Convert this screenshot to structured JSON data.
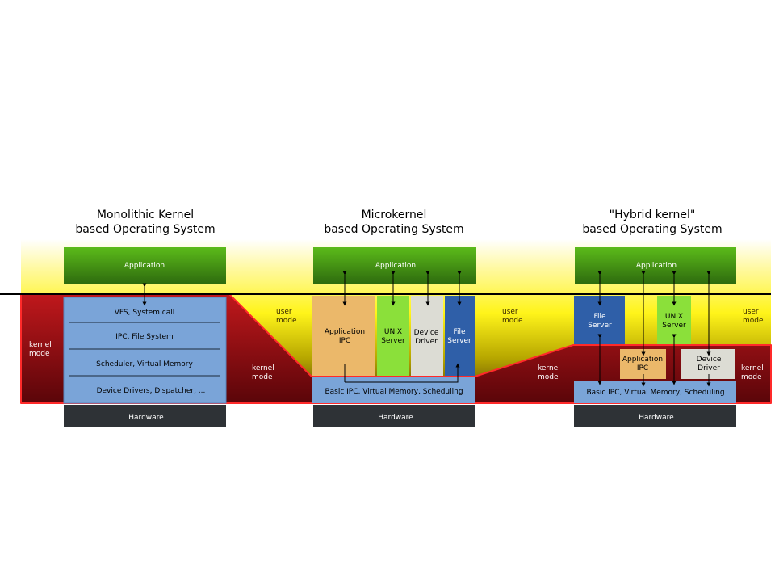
{
  "titles": {
    "mono": [
      "Monolithic Kernel",
      "based Operating System"
    ],
    "micro": [
      "Microkernel",
      "based Operating System"
    ],
    "hybrid": [
      "\"Hybrid kernel\"",
      "based Operating System"
    ]
  },
  "labels": {
    "application": "Application",
    "hardware": "Hardware",
    "user_mode": [
      "user",
      "mode"
    ],
    "kernel_mode": [
      "kernel",
      "mode"
    ]
  },
  "mono": {
    "layers": [
      "VFS, System call",
      "IPC, File System",
      "Scheduler, Virtual Memory",
      "Device Drivers, Dispatcher, ..."
    ]
  },
  "micro": {
    "servers": {
      "app_ipc": [
        "Application",
        "IPC"
      ],
      "unix": [
        "UNIX",
        "Server"
      ],
      "device": [
        "Device",
        "Driver"
      ],
      "file": [
        "File",
        "Server"
      ]
    },
    "basic": "Basic IPC, Virtual Memory, Scheduling"
  },
  "hybrid": {
    "file": [
      "File",
      "Server"
    ],
    "unix": [
      "UNIX",
      "Server"
    ],
    "app_ipc": [
      "Application",
      "IPC"
    ],
    "device": [
      "Device",
      "Driver"
    ],
    "basic": "Basic IPC, Virtual Memory, Scheduling"
  },
  "colors": {
    "kernel_red": "#c0181c",
    "kernel_dark": "#5a0509",
    "user_yellow": "#fff41a",
    "app_green_top": "#5cbb1a",
    "app_green_bottom": "#2e6b0e",
    "module_blue": "#7aa4d8",
    "server_orange": "#ebb86a",
    "server_green": "#8be03a",
    "server_gray": "#dcdcd4",
    "server_blue": "#2f5fa8",
    "hardware": "#2e3236"
  }
}
